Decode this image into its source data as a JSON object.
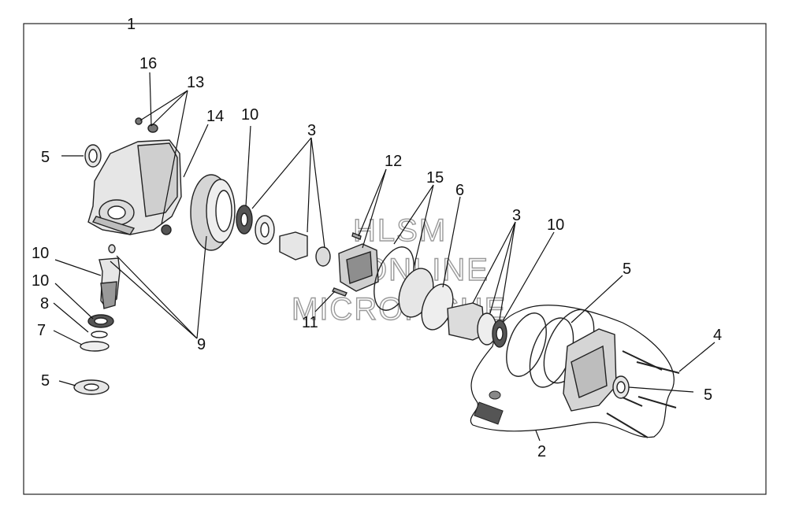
{
  "callouts": {
    "c1": "1",
    "c2": "2",
    "c3a": "3",
    "c3b": "3",
    "c4": "4",
    "c5a": "5",
    "c5b": "5",
    "c5c": "5",
    "c5d": "5",
    "c6": "6",
    "c7": "7",
    "c8": "8",
    "c9": "9",
    "c10a": "10",
    "c10b": "10",
    "c10c": "10",
    "c10d": "10",
    "c11": "11",
    "c12": "12",
    "c13": "13",
    "c14": "14",
    "c15": "15",
    "c16": "16"
  },
  "watermark": {
    "line1": "HLSM",
    "line2": "ONLINE",
    "line3": "MICROFICHE"
  },
  "colors": {
    "part_fill": "#e6e6e6",
    "part_dark": "#555555",
    "line": "#111111",
    "watermark": "#9a9a9a"
  }
}
